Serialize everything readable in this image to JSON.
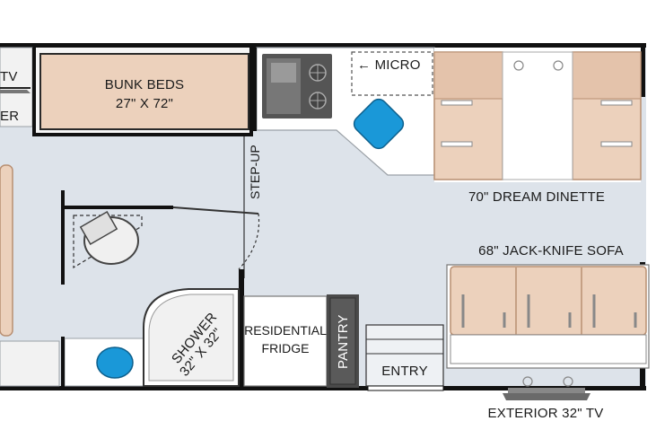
{
  "colors": {
    "floor": "#dde3ea",
    "counter": "#ffffff",
    "cushion": "#ecd1bc",
    "cushion_dark": "#d8b49a",
    "wall": "#111111",
    "fixture_grey": "#c8c8c8",
    "sink_blue": "#1a98d8",
    "pantry": "#4a4a4a"
  },
  "labels": {
    "tv_top": "TV",
    "partial_left": "ER",
    "bunk_beds": "BUNK BEDS",
    "bunk_size": "27\" X 72\"",
    "micro": "← MICRO",
    "dream_dinette": "70\" DREAM DINETTE",
    "step_up": "STEP-UP",
    "jackknife_sofa": "68\" JACK-KNIFE SOFA",
    "shower": "SHOWER",
    "shower_size": "32\" X 32\"",
    "fridge_line1": "RESIDENTIAL",
    "fridge_line2": "FRIDGE",
    "pantry": "PANTRY",
    "entry": "ENTRY",
    "exterior_tv": "EXTERIOR 32\" TV"
  },
  "icons": [
    "stove-icon",
    "sink-icon",
    "toilet-icon",
    "bathroom-sink-icon",
    "tv-icon"
  ]
}
